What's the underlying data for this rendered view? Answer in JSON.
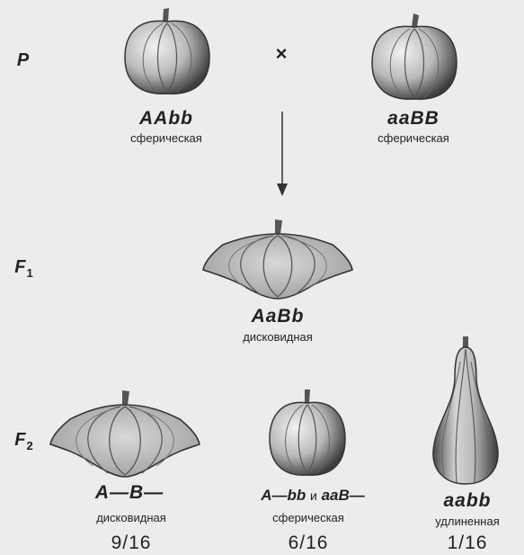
{
  "generations": {
    "p": "P",
    "f1_main": "F",
    "f1_sub": "1",
    "f2_main": "F",
    "f2_sub": "2"
  },
  "cross_symbol": "×",
  "parents": [
    {
      "genotype": "AAbb",
      "phenotype": "сферическая"
    },
    {
      "genotype": "aaBB",
      "phenotype": "сферическая"
    }
  ],
  "f1": {
    "genotype": "AaBb",
    "phenotype": "дисковидная"
  },
  "f2": [
    {
      "genotype": "A—B—",
      "phenotype": "дисковидная",
      "ratio": "9/16"
    },
    {
      "genotype_a": "A—bb",
      "conjunction": "и",
      "genotype_b": "aaB—",
      "phenotype": "сферическая",
      "ratio": "6/16"
    },
    {
      "genotype": "aabb",
      "phenotype": "удлиненная",
      "ratio": "1/16"
    }
  ],
  "fruit_icons": [
    "spherical-pumpkin-icon",
    "disc-squash-icon",
    "elongated-squash-icon"
  ],
  "colors": {
    "fruit_fill": "#bdbdbd",
    "fruit_dark": "#555555",
    "outline": "#333333",
    "background": "#ececec"
  }
}
